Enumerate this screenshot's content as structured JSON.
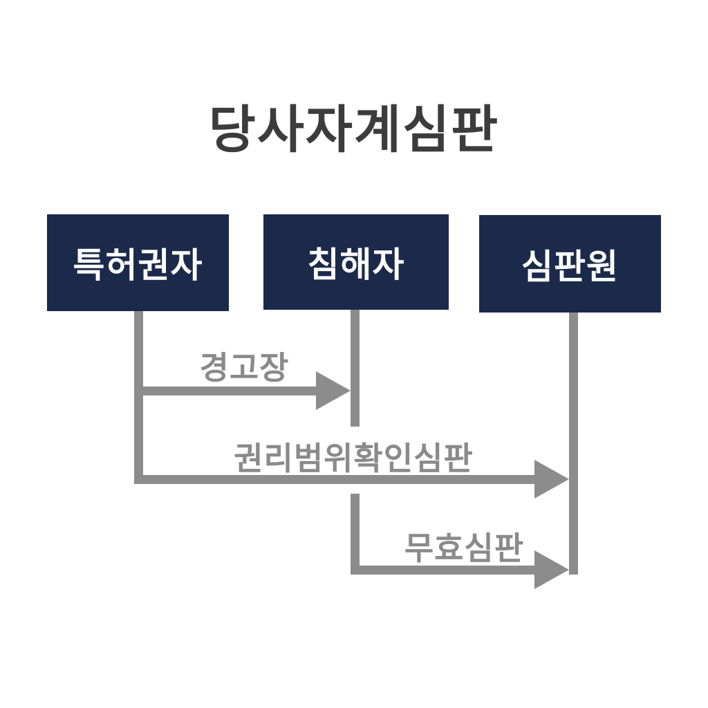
{
  "title": "당사자계심판",
  "colors": {
    "background": "#ffffff",
    "box_fill": "#1b2a4a",
    "box_text": "#ffffff",
    "line_gray": "#8c8c8c",
    "label_gray": "#8a8a8a",
    "title_text": "#3c3c3c"
  },
  "boxes": [
    {
      "id": "patent-holder",
      "label": "특허권자"
    },
    {
      "id": "infringer",
      "label": "침해자"
    },
    {
      "id": "trial-board",
      "label": "심판원"
    }
  ],
  "arrows": [
    {
      "id": "warning-letter",
      "label": "경고장",
      "from": "특허권자",
      "to": "침해자"
    },
    {
      "id": "scope-confirmation-trial",
      "label": "권리범위확인심판",
      "from": "특허권자",
      "to": "심판원"
    },
    {
      "id": "invalidation-trial",
      "label": "무효심판",
      "from": "침해자",
      "to": "심판원"
    }
  ]
}
